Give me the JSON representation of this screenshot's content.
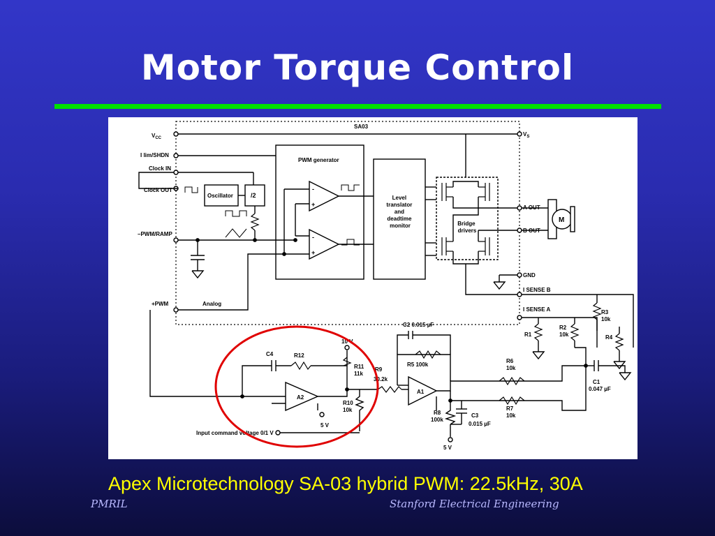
{
  "slide": {
    "title": "Motor Torque Control",
    "caption": "Apex Microtechnology SA-03 hybrid PWM: 22.5kHz, 30A",
    "footer_left": "PMRIL",
    "footer_right": "Stanford Electrical Engineering",
    "colors": {
      "title": "#ffffff",
      "rule": "#00e000",
      "caption": "#ffff00",
      "footer": "#b9b9ff",
      "highlight": "#e00000"
    }
  },
  "diagram": {
    "chip_label": "SA03",
    "pins_left": {
      "vcc": "V",
      "vcc_sub": "CC",
      "ilim": "I lim/SHDN",
      "clock_in": "Clock IN",
      "clock_out": "Clock OUT",
      "pwm_ramp": "–PWM/RAMP",
      "pwm_plus": "+PWM",
      "analog": "Analog"
    },
    "pins_right": {
      "vs": "V",
      "vs_sub": "S",
      "a_out": "A OUT",
      "b_out": "B OUT",
      "gnd": "GND",
      "isense_b": "I SENSE B",
      "isense_a": "I SENSE A"
    },
    "blocks": {
      "pwm_generator": "PWM generator",
      "oscillator": "Oscillator",
      "divider": "/2",
      "level_translator": [
        "Level",
        "translator",
        "and",
        "deadtime",
        "monitor"
      ],
      "bridge_drivers": [
        "Bridge",
        "drivers"
      ],
      "motor": "M"
    },
    "components": {
      "c4": "C4",
      "r12": "R12",
      "r11": "R11",
      "r11_val": "11k",
      "v10": "10 V",
      "r9": "R9",
      "r9_val": "30.2k",
      "r10": "R10",
      "r10_val": "10k",
      "v5_a2": "5 V",
      "a2": "A2",
      "a1": "A1",
      "c2": "C2  0.015 µF",
      "r5": "R5  100k",
      "r6": "R6",
      "r6_val": "10k",
      "r7": "R7",
      "r7_val": "10k",
      "r8": "R8",
      "r8_val": "100k",
      "c3": "C3",
      "c3_val": "0.015 µF",
      "v5_a1": "5 V",
      "r1": "R1",
      "r2": "R2",
      "r2_val": "10k",
      "r3": "R3",
      "r3_val": "10k",
      "r4": "R4",
      "c1": "C1",
      "c1_val": "0.047 µF",
      "input_command": "Input command voltage 0/1 V"
    }
  }
}
